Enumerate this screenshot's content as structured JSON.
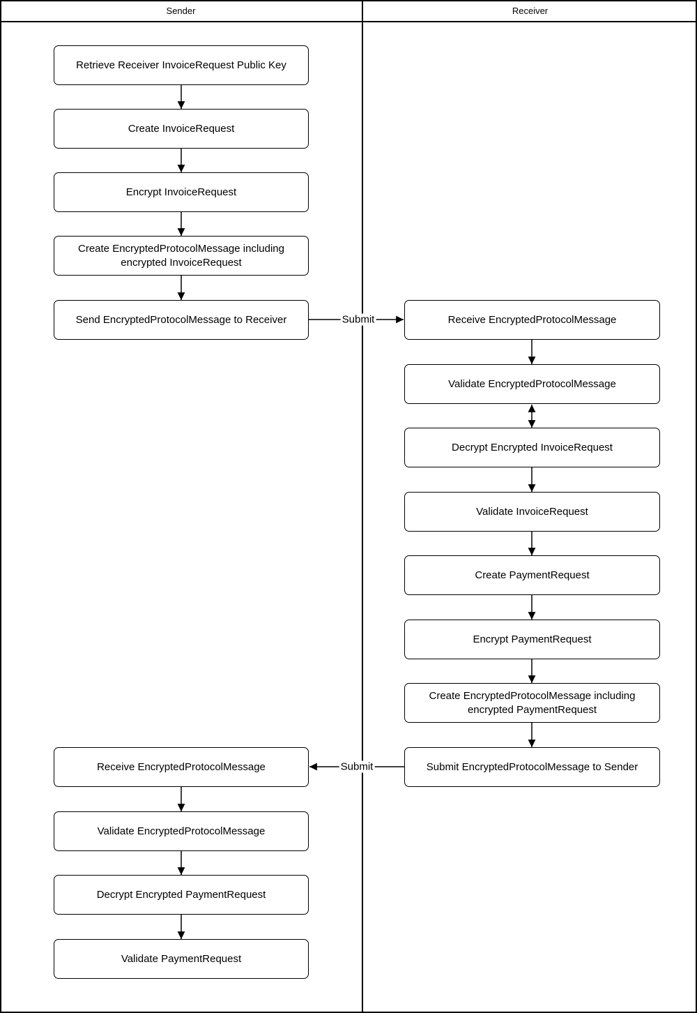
{
  "diagram": {
    "lanes": {
      "sender": "Sender",
      "receiver": "Receiver"
    },
    "sender_nodes": [
      {
        "label": "Retrieve Receiver InvoiceRequest Public Key"
      },
      {
        "label": "Create InvoiceRequest"
      },
      {
        "label": "Encrypt InvoiceRequest"
      },
      {
        "label": "Create EncryptedProtocolMessage including encrypted InvoiceRequest"
      },
      {
        "label": "Send EncryptedProtocolMessage to Receiver"
      },
      {
        "label": "Receive EncryptedProtocolMessage"
      },
      {
        "label": "Validate EncryptedProtocolMessage"
      },
      {
        "label": "Decrypt Encrypted PaymentRequest"
      },
      {
        "label": "Validate PaymentRequest"
      }
    ],
    "receiver_nodes": [
      {
        "label": "Receive EncryptedProtocolMessage"
      },
      {
        "label": "Validate EncryptedProtocolMessage"
      },
      {
        "label": "Decrypt Encrypted InvoiceRequest"
      },
      {
        "label": "Validate InvoiceRequest"
      },
      {
        "label": "Create PaymentRequest"
      },
      {
        "label": "Encrypt PaymentRequest"
      },
      {
        "label": "Create EncryptedProtocolMessage including encrypted PaymentRequest"
      },
      {
        "label": "Submit EncryptedProtocolMessage to Sender"
      }
    ],
    "edge_labels": {
      "submit_to_receiver": "Submit",
      "submit_to_sender": "Submit"
    },
    "colors": {
      "stroke": "#000000",
      "fill": "#ffffff"
    }
  }
}
